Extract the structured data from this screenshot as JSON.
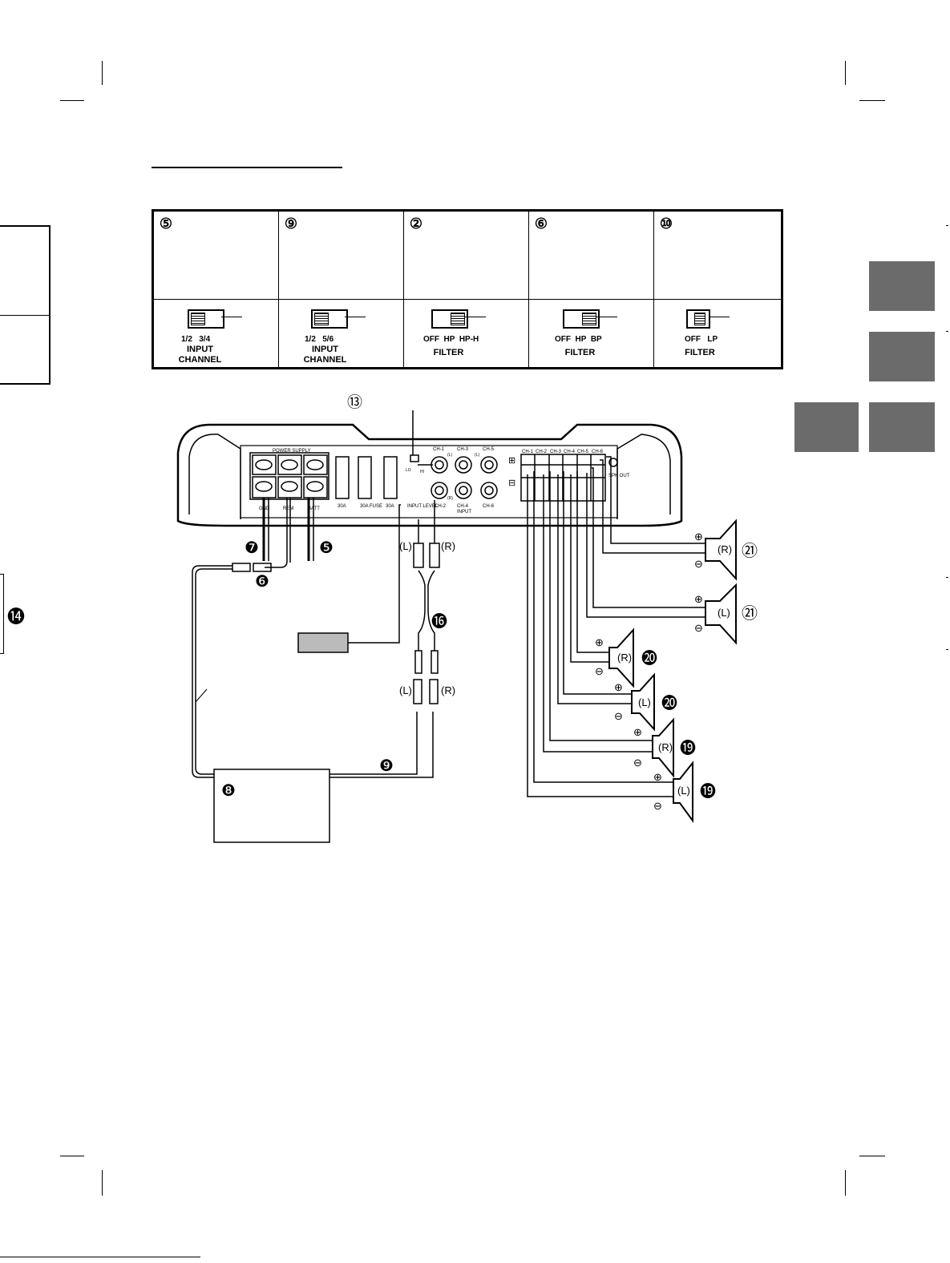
{
  "switches": [
    {
      "num": "⑤",
      "options": "1/2   3/4",
      "label": "INPUT\nCHANNEL",
      "knob": "left"
    },
    {
      "num": "⑨",
      "options": "1/2   5/6",
      "label": "INPUT\nCHANNEL",
      "knob": "left"
    },
    {
      "num": "②",
      "options": "OFF  HP  HP-H",
      "label": "FILTER",
      "knob": "right"
    },
    {
      "num": "⑥",
      "options": "OFF  HP  BP",
      "label": "FILTER",
      "knob": "right"
    },
    {
      "num": "⑩",
      "options": "OFF   LP",
      "label": "FILTER",
      "knob": "right"
    }
  ],
  "callouts": {
    "c13": "⑬",
    "c7": "❼",
    "c5": "❺",
    "c6": "❻",
    "c14": "⓮",
    "c16": "⓰",
    "c9": "❾",
    "c8": "❽",
    "c21a": "㉑",
    "c21b": "㉑",
    "c20a": "⓴",
    "c20b": "⓴",
    "c19a": "⓳",
    "c19b": "⓳"
  },
  "amp": {
    "power_supply": "POWER SUPPLY",
    "terminals": [
      "GND",
      "REM",
      "BATT"
    ],
    "fuses": [
      "30A",
      "30A\nFUSE",
      "30A"
    ],
    "input_level": "INPUT\nLEVEL",
    "lo": "LO",
    "hi": "HI",
    "rca_top": [
      "CH-1",
      "CH-3",
      "CH-5"
    ],
    "rca_bottom": [
      "CH-2",
      "CH-4",
      "CH-6"
    ],
    "rca_L": "(L)",
    "rca_R": "(R)",
    "input": "INPUT",
    "spk_channels": [
      "CH-1",
      "CH-2",
      "CH-3",
      "CH-4",
      "CH-5",
      "CH-6"
    ],
    "spk_out": "SPK\nOUT",
    "plus": "⊞",
    "minus": "⊟"
  },
  "rca": {
    "L": "(L)",
    "R": "(R)"
  },
  "speakers": [
    {
      "ch": "(R)",
      "num": "㉑"
    },
    {
      "ch": "(L)",
      "num": "㉑"
    },
    {
      "ch": "(R)",
      "num": "⓴"
    },
    {
      "ch": "(L)",
      "num": "⓴"
    },
    {
      "ch": "(R)",
      "num": "⓳"
    },
    {
      "ch": "(L)",
      "num": "⓳"
    }
  ],
  "pol": {
    "plus": "⊕",
    "minus": "⊖"
  }
}
